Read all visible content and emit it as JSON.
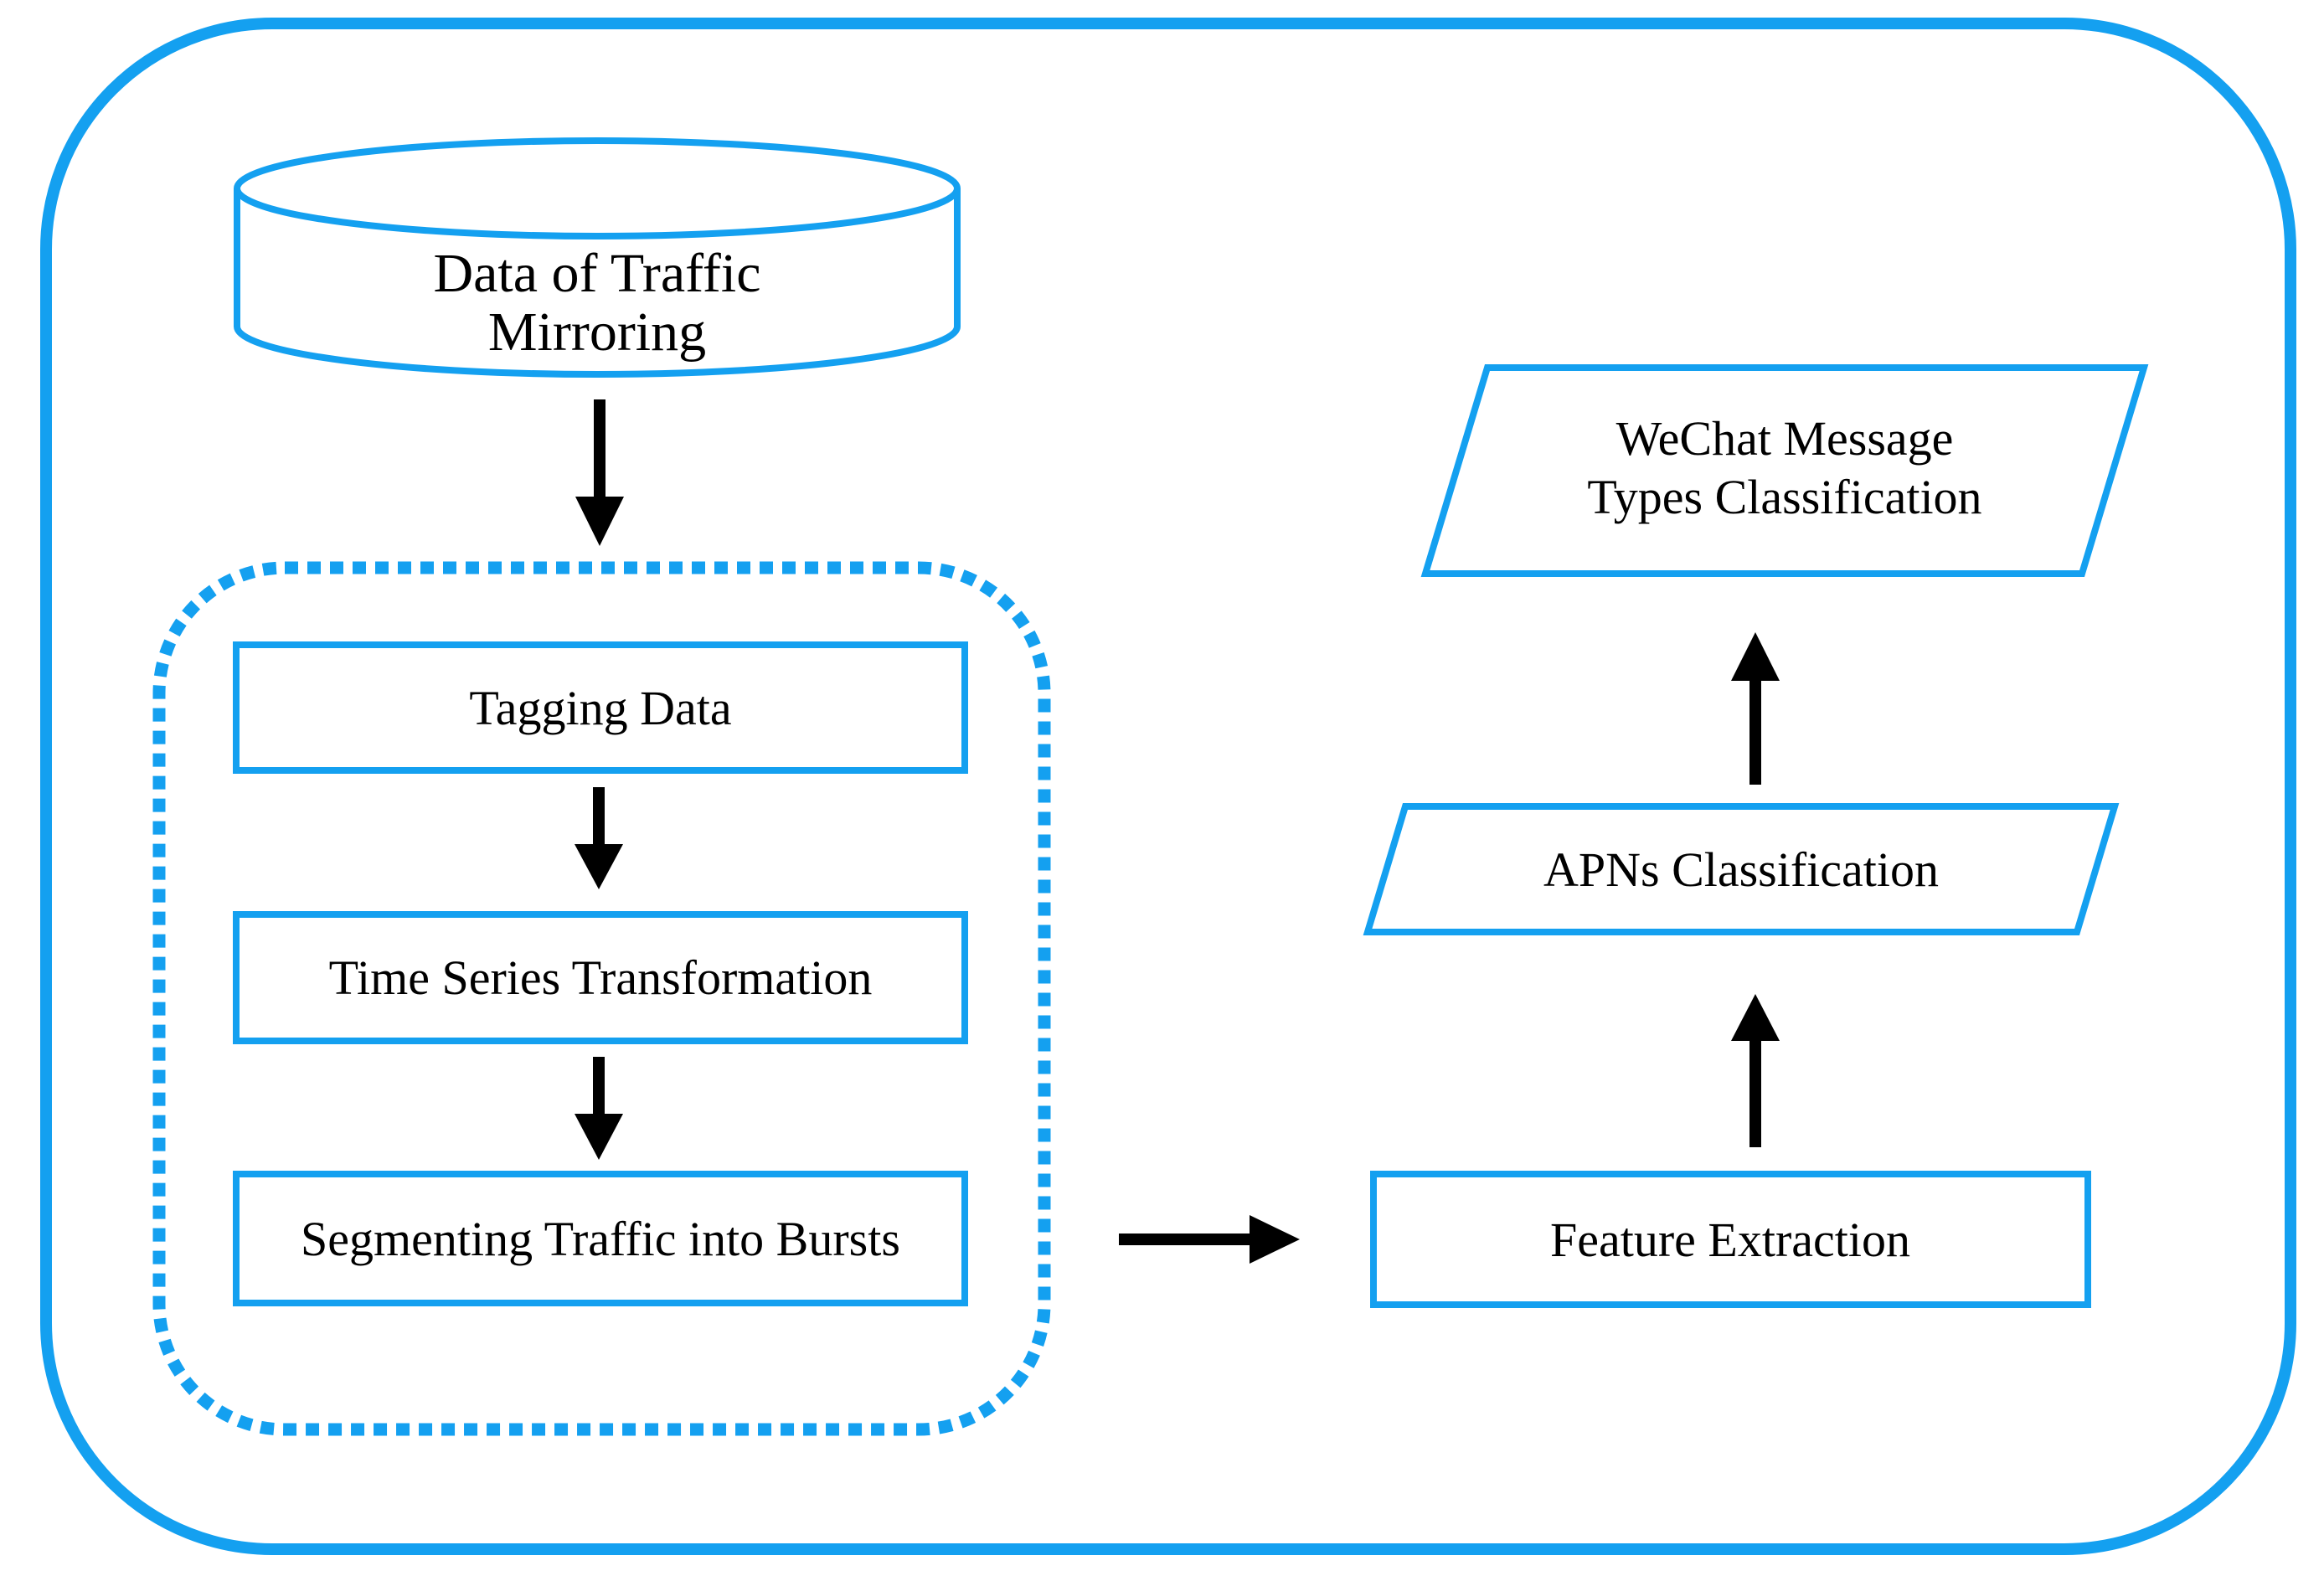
{
  "colors": {
    "accent": "#14A0F0",
    "arrow": "#000000",
    "background": "#FFFFFF",
    "text": "#000000"
  },
  "diagram": {
    "type": "flowchart",
    "nodes": {
      "source": {
        "shape": "cylinder",
        "label_line1": "Data of Traffic",
        "label_line2": "Mirroring"
      },
      "step_tagging": {
        "shape": "rect",
        "label": "Tagging Data"
      },
      "step_timeseries": {
        "shape": "rect",
        "label": "Time Series Transformation"
      },
      "step_segmenting": {
        "shape": "rect",
        "label": "Segmenting Traffic into Bursts"
      },
      "feature_extraction": {
        "shape": "rect",
        "label": "Feature Extraction"
      },
      "apns_classification": {
        "shape": "parallelogram",
        "label": "APNs Classification"
      },
      "wechat_classification": {
        "shape": "parallelogram",
        "label_line1": "WeChat Message",
        "label_line2": "Types Classification"
      }
    },
    "groups": {
      "preprocessing_dashed_group": [
        "step_tagging",
        "step_timeseries",
        "step_segmenting"
      ]
    },
    "edges": [
      {
        "from": "source",
        "to": "step_tagging",
        "direction": "down"
      },
      {
        "from": "step_tagging",
        "to": "step_timeseries",
        "direction": "down"
      },
      {
        "from": "step_timeseries",
        "to": "step_segmenting",
        "direction": "down"
      },
      {
        "from": "preprocessing_dashed_group",
        "to": "feature_extraction",
        "direction": "right"
      },
      {
        "from": "feature_extraction",
        "to": "apns_classification",
        "direction": "up"
      },
      {
        "from": "apns_classification",
        "to": "wechat_classification",
        "direction": "up"
      }
    ]
  }
}
